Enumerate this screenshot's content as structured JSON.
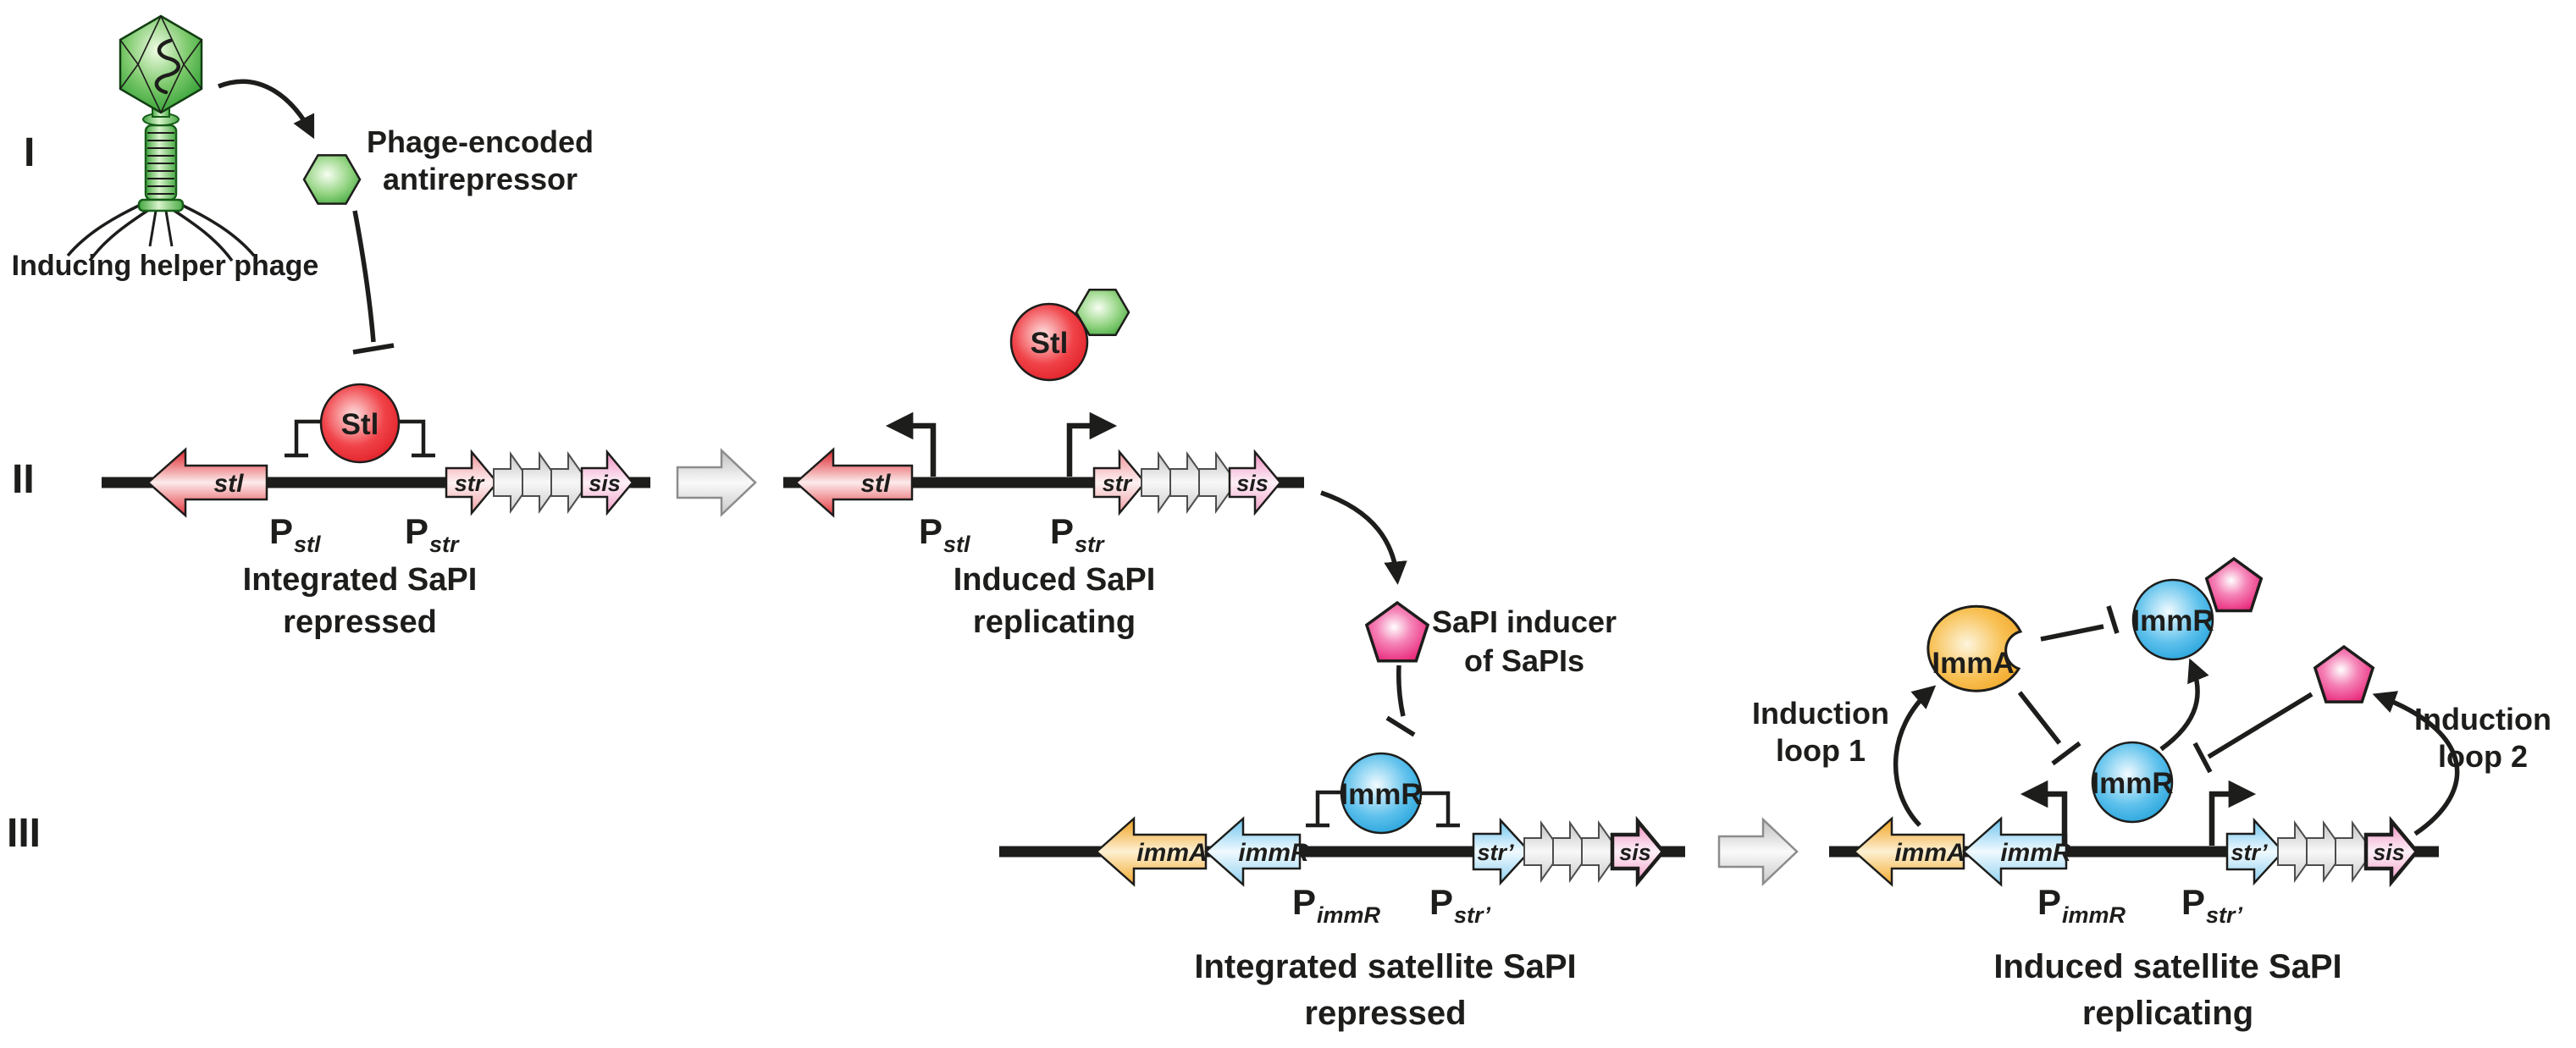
{
  "roman_numerals": {
    "panel1": "I",
    "panel2": "II",
    "panel3": "III"
  },
  "panel1": {
    "phage_caption": "Inducing helper phage",
    "antirepressor_line1": "Phage-encoded",
    "antirepressor_line2": "antirepressor"
  },
  "panel2": {
    "protein_stl": "Stl",
    "gene_stl": "stl",
    "gene_str": "str",
    "gene_sis": "sis",
    "promoter_p": "P",
    "promoter_sub_stl": "stl",
    "promoter_sub_str": "str",
    "state_repressed_line1": "Integrated SaPI",
    "state_repressed_line2": "repressed",
    "state_induced_line1": "Induced SaPI",
    "state_induced_line2": "replicating",
    "inducer_line1": "SaPI inducer",
    "inducer_line2": "of SaPIs"
  },
  "panel3": {
    "protein_immR": "ImmR",
    "protein_immA": "ImmA",
    "gene_immA": "immA",
    "gene_immR": "immR",
    "gene_str_prime": "str’",
    "gene_sis": "sis",
    "promoter_p": "P",
    "promoter_sub_immR": "immR",
    "promoter_sub_str_prime": "str’",
    "state_repressed_line1": "Integrated satellite SaPI",
    "state_repressed_line2": "repressed",
    "state_induced_line1": "Induced satellite SaPI",
    "state_induced_line2": "replicating",
    "loop1_line1": "Induction",
    "loop1_line2": "loop 1",
    "loop2_line1": "Induction",
    "loop2_line2": "loop 2"
  },
  "colors": {
    "phage_green": "#2f9e33",
    "antirepressor_green": "#63bd55",
    "repressor_red": "#e8232b",
    "gene_red_light": "#f2a3a6",
    "sis_pink": "#f2a0c5",
    "cargo_grey": "#cccccc",
    "immA_orange": "#f3a51f",
    "immR_blue": "#29abe2",
    "gene_blue_light": "#9ed7f2",
    "inducer_magenta": "#e81f78",
    "dna_black": "#1d1d1b"
  }
}
